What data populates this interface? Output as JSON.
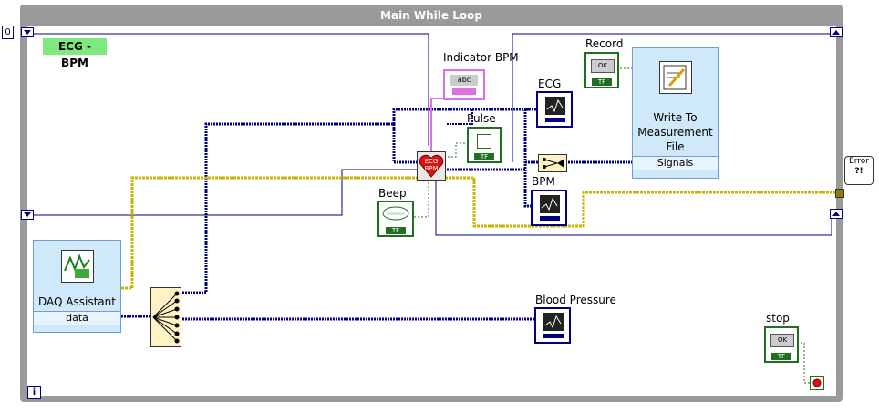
{
  "loop": {
    "title": "Main While Loop",
    "counter_value": "0",
    "iteration_label": "i"
  },
  "comment": {
    "text": "ECG - BPM"
  },
  "daq": {
    "title": "DAQ Assistant",
    "output": "data"
  },
  "file": {
    "title": "Write To Measurement File",
    "title_lines": [
      "Write To",
      "Measurement",
      "File"
    ],
    "input": "Signals"
  },
  "indicators": {
    "indicator_bpm": "Indicator BPM",
    "indicator_bpm_glyph": "abc",
    "pulse": "Pulse",
    "ecg": "ECG",
    "bpm": "BPM",
    "beep": "Beep",
    "record": "Record",
    "blood_pressure": "Blood Pressure",
    "stop": "stop"
  },
  "subvi": {
    "line1": "ECG",
    "line2": "BPM"
  },
  "buttons": {
    "ok": "OK",
    "tf": "TF"
  },
  "error": {
    "line1": "Error",
    "line2": "?!"
  },
  "colors": {
    "dynamic_wire": "#000080",
    "bool_wire": "#1e6f1e",
    "string_wire": "#e070e0",
    "error_wire": "#c8b400",
    "comment_bg": "#7fe87f"
  }
}
